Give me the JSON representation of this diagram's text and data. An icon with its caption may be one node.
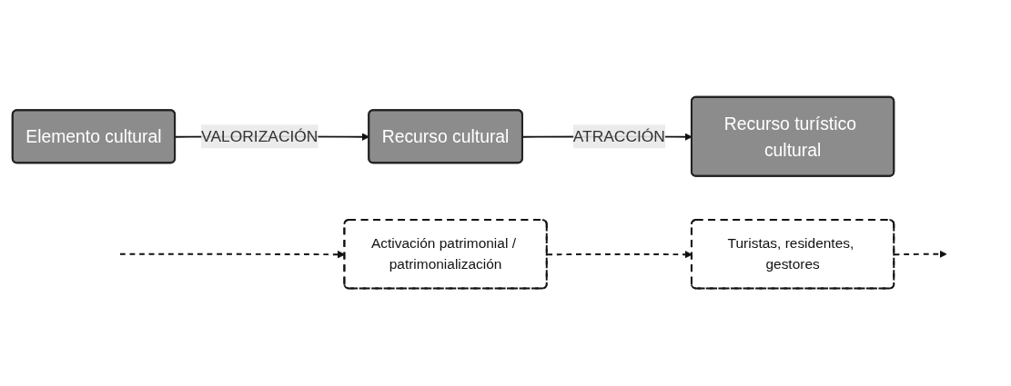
{
  "diagram": {
    "nodes": [
      {
        "text": [
          "Elemento cultural"
        ]
      },
      {
        "text": [
          "Recurso cultural"
        ]
      },
      {
        "text": [
          "Recurso turístico cultural"
        ]
      },
      {
        "text": [
          "Activación patrimonial / patrimonialización"
        ]
      },
      {
        "text": [
          "Turistas, residentes, gestores"
        ]
      }
    ],
    "edges": [
      {
        "from": 0,
        "to": 1,
        "arrow": "to",
        "label": "VALORIZACIÓN"
      },
      {
        "from": 1,
        "to": 2,
        "arrow": "to",
        "label": "ATRACCIÓN"
      },
      {
        "from": null,
        "to": 3,
        "arrow": "to",
        "style": "dashed"
      },
      {
        "from": 3,
        "to": 4,
        "arrow": "to",
        "style": "dashed"
      },
      {
        "from": 4,
        "to": null,
        "arrow": "to",
        "style": "dashed"
      }
    ]
  }
}
